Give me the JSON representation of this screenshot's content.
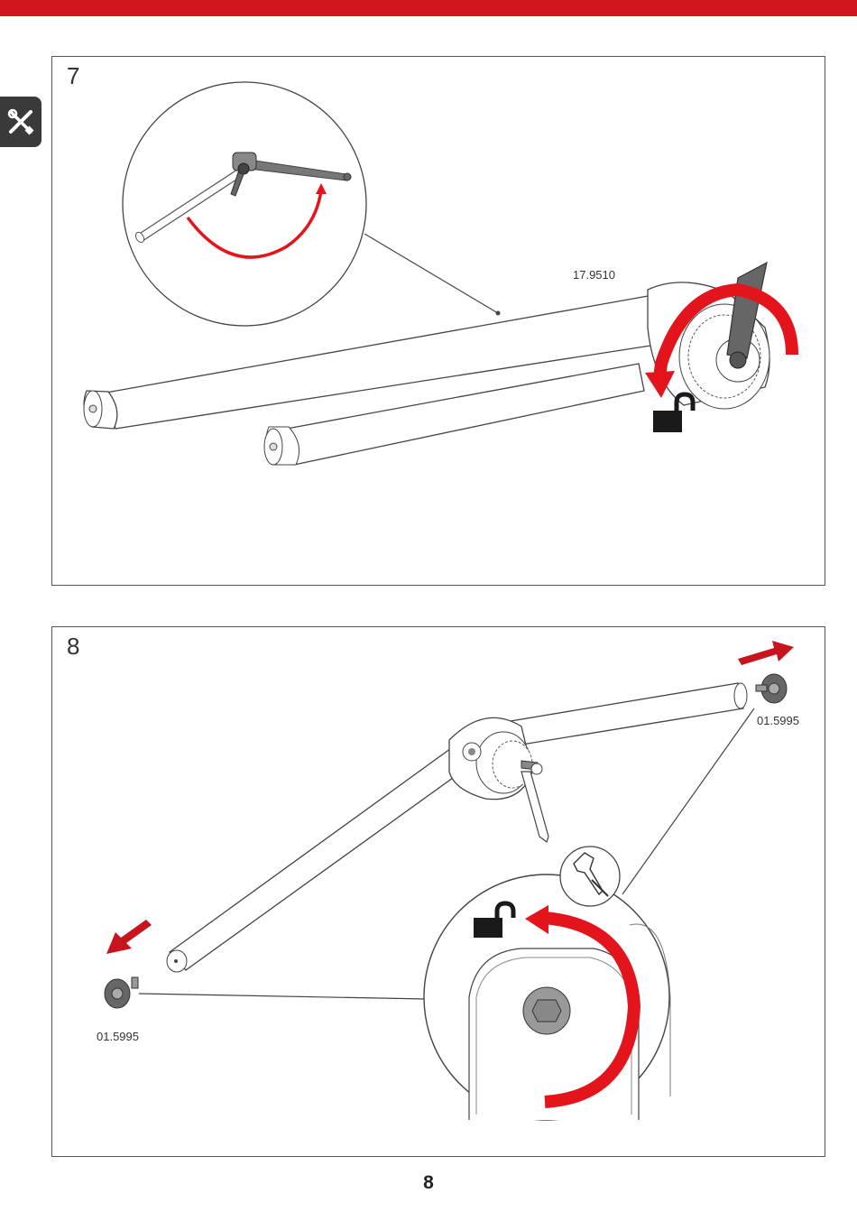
{
  "page": {
    "number": "8"
  },
  "colors": {
    "brand_red": "#d0171f",
    "arrow_red": "#e3141c",
    "dark_gray": "#3a3a3a"
  },
  "side_tab": {
    "icon": "tools-icon"
  },
  "steps": [
    {
      "number": "7",
      "part_label": "17.9510",
      "icons": [
        "unlock-icon",
        "rotate-arrow-icon"
      ]
    },
    {
      "number": "8",
      "part_label_right": "01.5995",
      "part_label_left": "01.5995",
      "icons": [
        "unlock-icon",
        "hex-key-icon",
        "remove-arrow-icon"
      ]
    }
  ]
}
